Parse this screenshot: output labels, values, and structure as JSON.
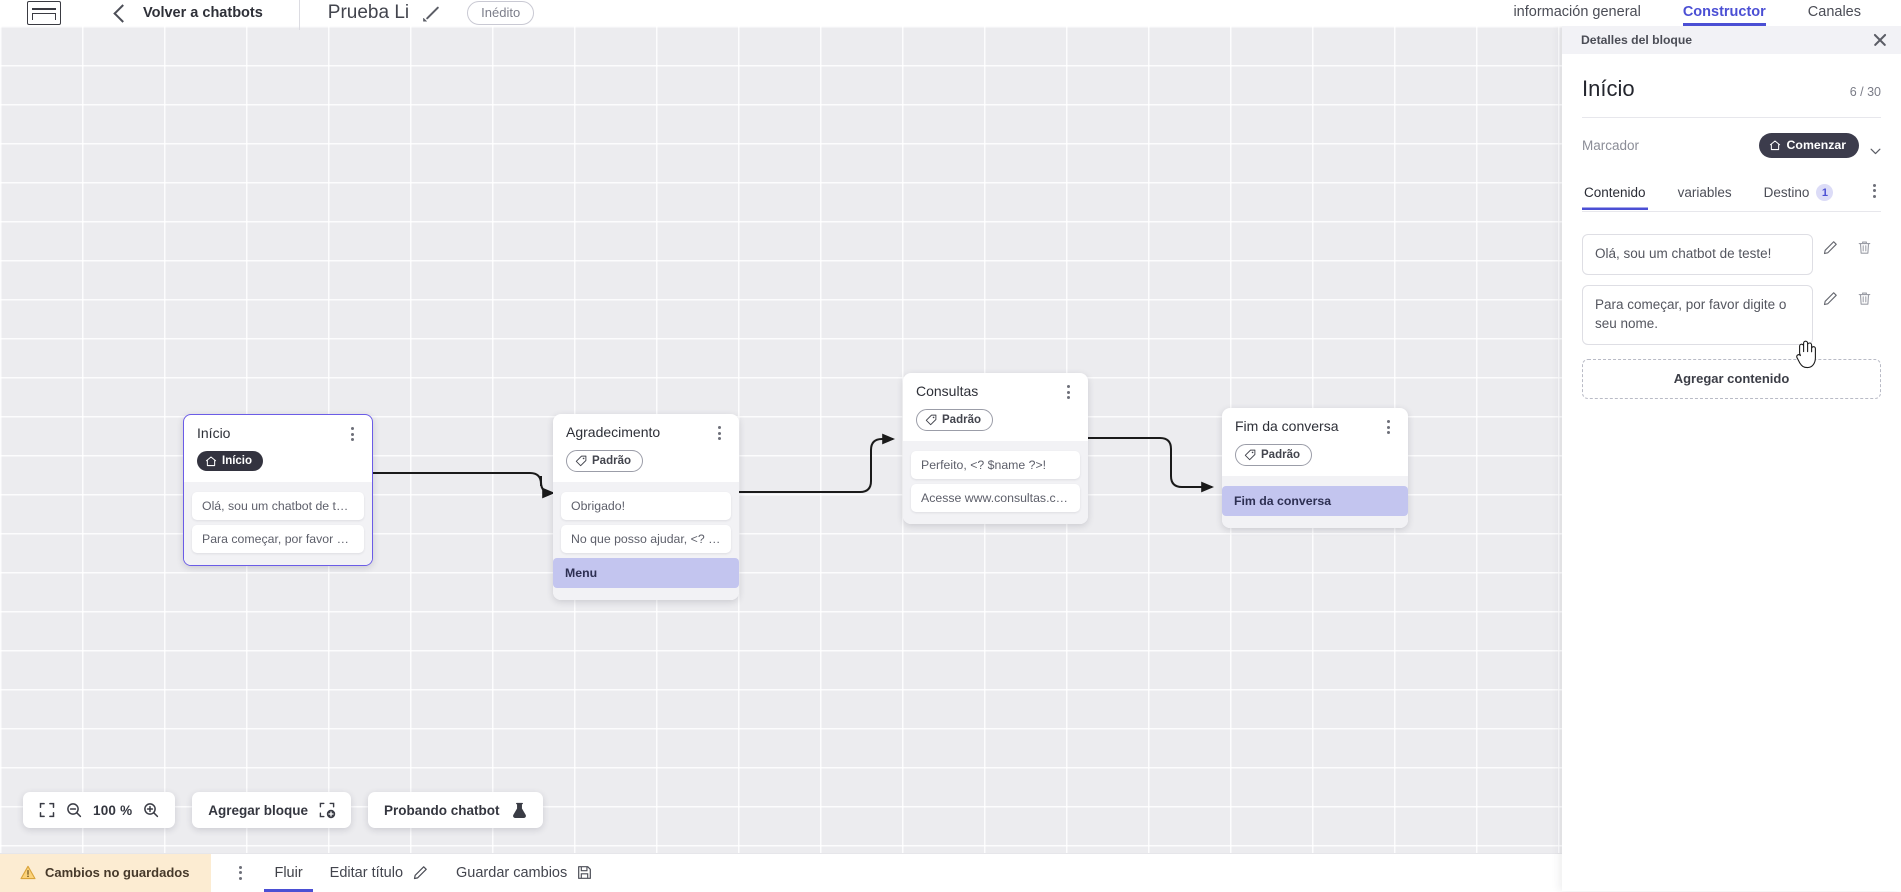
{
  "header": {
    "logo_icon": "app-logo-icon",
    "back_chevron_icon": "chevron-left-icon",
    "back_label": "Volver a chatbots",
    "bot_title": "Prueba Li",
    "edit_icon": "pencil-icon",
    "status_chip": "Inédito",
    "tabs": [
      {
        "label": "información general",
        "active": false
      },
      {
        "label": "Constructor",
        "active": true
      },
      {
        "label": "Canales",
        "active": false
      }
    ]
  },
  "canvas": {
    "zoom_level": "100 %",
    "fit_icon": "fit-screen-icon",
    "zoom_out_icon": "zoom-out-icon",
    "zoom_in_icon": "zoom-in-icon",
    "add_block_label": "Agregar bloque",
    "add_block_icon": "add-block-icon",
    "test_chatbot_label": "Probando chatbot",
    "test_chatbot_icon": "flask-icon",
    "nodes": [
      {
        "id": "inicio",
        "title": "Início",
        "badge": "Início",
        "badge_type": "start",
        "badge_icon": "home-icon",
        "selected": true,
        "messages": [
          {
            "text": "Olá, sou um chatbot de teste!",
            "accent": false
          },
          {
            "text": "Para começar, por favor digite o ...",
            "accent": false
          }
        ]
      },
      {
        "id": "agradecimento",
        "title": "Agradecimento",
        "badge": "Padrão",
        "badge_type": "default",
        "badge_icon": "tag-icon",
        "selected": false,
        "messages": [
          {
            "text": "Obrigado!",
            "accent": false
          },
          {
            "text": "No que posso ajudar, <? $name ...",
            "accent": false
          },
          {
            "text": "Menu",
            "accent": true
          }
        ]
      },
      {
        "id": "consultas",
        "title": "Consultas",
        "badge": "Padrão",
        "badge_type": "default",
        "badge_icon": "tag-icon",
        "selected": false,
        "messages": [
          {
            "text": "Perfeito, <? $name ?>!",
            "accent": false
          },
          {
            "text": "Acesse www.consultas.com par...",
            "accent": false
          }
        ]
      },
      {
        "id": "fim",
        "title": "Fim da conversa",
        "badge": "Padrão",
        "badge_type": "default",
        "badge_icon": "tag-icon",
        "selected": false,
        "messages": [
          {
            "text": "Fim da conversa",
            "accent": true
          }
        ]
      }
    ]
  },
  "statusbar": {
    "unsaved_label": "Cambios no guardados",
    "warning_icon": "warning-triangle-icon",
    "kebab_icon": "more-vertical-icon",
    "flow_label": "Fluir",
    "edit_title_label": "Editar título",
    "edit_title_icon": "pencil-icon",
    "save_label": "Guardar cambios",
    "save_icon": "save-disk-icon"
  },
  "panel": {
    "head_title": "Detalles del bloque",
    "close_icon": "close-icon",
    "title": "Início",
    "count": "6 / 30",
    "marker_label": "Marcador",
    "marker_value": "Comenzar",
    "marker_icon": "home-icon",
    "marker_chevron_icon": "chevron-down-icon",
    "tabs": [
      {
        "label": "Contenido",
        "active": true,
        "badge": null
      },
      {
        "label": "variables",
        "active": false,
        "badge": null
      },
      {
        "label": "Destino",
        "active": false,
        "badge": "1"
      }
    ],
    "tabs_kebab_icon": "more-vertical-icon",
    "contents": [
      {
        "text": "Olá, sou um chatbot de teste!",
        "edit_icon": "pencil-icon",
        "delete_icon": "trash-icon"
      },
      {
        "text": "Para começar, por favor digite o seu nome.",
        "edit_icon": "pencil-icon",
        "delete_icon": "trash-icon"
      }
    ],
    "add_content_label": "Agregar contenido"
  },
  "colors": {
    "accent": "#4b4fd4",
    "selected_node_border": "#6b5ce7",
    "badge_dark": "#33333f",
    "message_accent_bg": "#c3c5ef",
    "unsaved_bg": "#fcecd2",
    "canvas_bg": "#ececef"
  }
}
